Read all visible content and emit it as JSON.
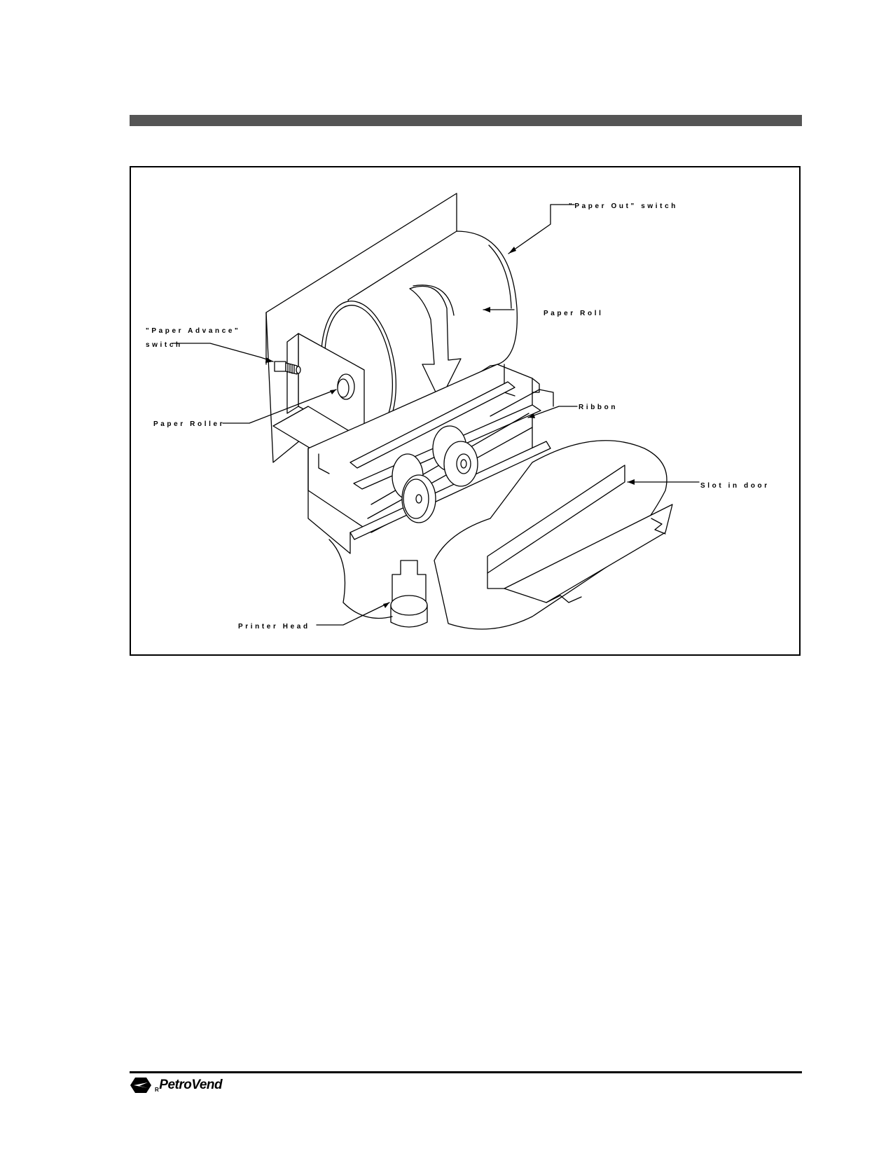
{
  "figure": {
    "labels": {
      "paper_out_switch": "\"Paper Out\" switch",
      "paper_roll": "Paper Roll",
      "paper_advance_switch_line1": "\"Paper Advance\"",
      "paper_advance_switch_line2": "switch",
      "paper_roller": "Paper Roller",
      "ribbon": "Ribbon",
      "slot_in_door": "Slot in door",
      "printer_head": "Printer Head"
    }
  },
  "footer": {
    "logo_text": "PetroVend",
    "logo_mark": "R",
    "logo_icon": "petrovend-logo-icon"
  },
  "colors": {
    "header_bar": "#555555",
    "line": "#000000"
  }
}
